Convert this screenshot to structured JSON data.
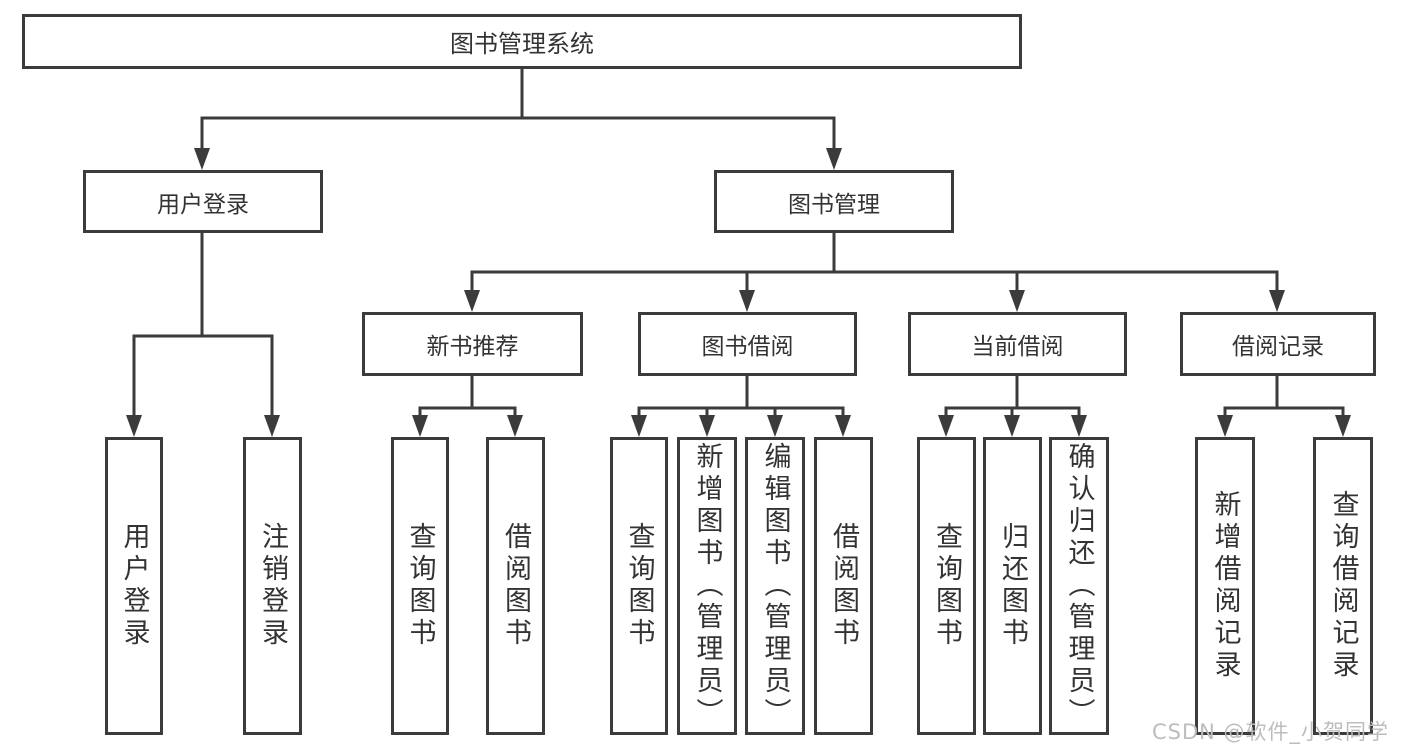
{
  "diagram": {
    "root": {
      "label": "图书管理系统"
    },
    "branches": [
      {
        "label": "用户登录",
        "children": [
          {
            "label": "用户登录"
          },
          {
            "label": "注销登录"
          }
        ]
      },
      {
        "label": "图书管理",
        "children": [
          {
            "label": "新书推荐",
            "children": [
              {
                "label": "查询图书"
              },
              {
                "label": "借阅图书"
              }
            ]
          },
          {
            "label": "图书借阅",
            "children": [
              {
                "label": "查询图书"
              },
              {
                "label": "新增图书（管理员）"
              },
              {
                "label": "编辑图书（管理员）"
              },
              {
                "label": "借阅图书"
              }
            ]
          },
          {
            "label": "当前借阅",
            "children": [
              {
                "label": "查询图书"
              },
              {
                "label": "归还图书"
              },
              {
                "label": "确认归还（管理员）"
              }
            ]
          },
          {
            "label": "借阅记录",
            "children": [
              {
                "label": "新增借阅记录"
              },
              {
                "label": "查询借阅记录"
              }
            ]
          }
        ]
      }
    ]
  },
  "watermark": {
    "text": "CSDN @软件_小贺同学"
  },
  "colors": {
    "line": "#3b3b3b",
    "text": "#333333",
    "node_background": "#ffffff",
    "page_background": "#ffffff",
    "watermark": "#bdbdbd"
  }
}
